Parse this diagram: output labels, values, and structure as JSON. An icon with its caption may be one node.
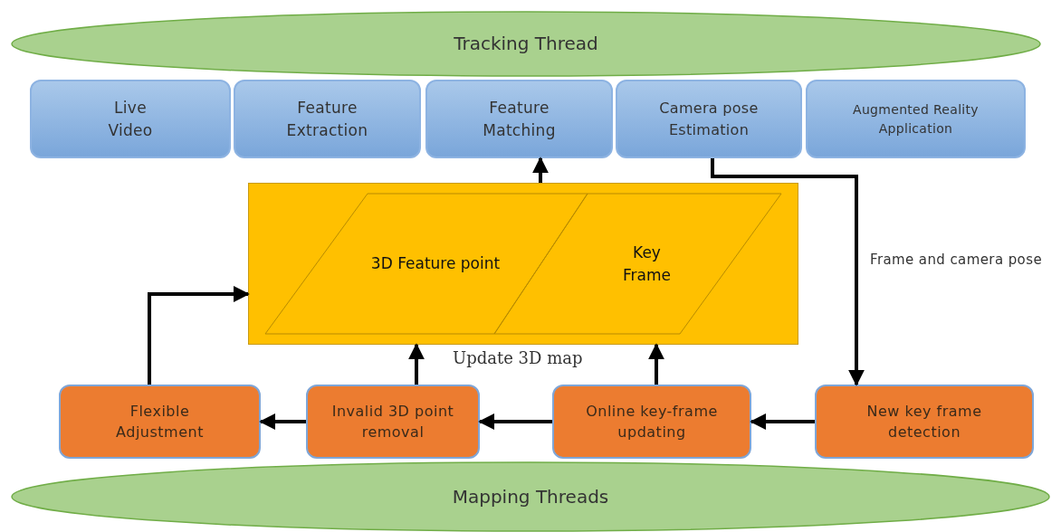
{
  "diagram": {
    "nodes": [
      {
        "text": [
          "Tracking Thread"
        ]
      },
      {
        "text": [
          "Live Video"
        ]
      },
      {
        "text": [
          "Feature Extraction"
        ]
      },
      {
        "text": [
          "Feature Matching"
        ]
      },
      {
        "text": [
          "Camera pose Estimation"
        ]
      },
      {
        "text": [
          "Augmented Reality Application"
        ]
      },
      {
        "text": [],
        "shape": "box"
      },
      {
        "text": [
          "3D Feature point"
        ],
        "in": 6
      },
      {
        "text": [
          "Key Frame"
        ],
        "in": 6
      },
      {
        "text": [
          "Flexible Adjustment"
        ]
      },
      {
        "text": [
          "Invalid 3D point removal"
        ]
      },
      {
        "text": [
          "Online key-frame updating"
        ]
      },
      {
        "text": [
          "New key frame detection"
        ]
      },
      {
        "text": [
          "Mapping Threads"
        ]
      }
    ],
    "edges": [
      {
        "from": 6,
        "to": 3,
        "arrow": "to"
      },
      {
        "from": 4,
        "to": 12,
        "arrow": "to",
        "label": "Frame and camera pose"
      },
      {
        "from": 12,
        "to": 11,
        "arrow": "to"
      },
      {
        "from": 11,
        "to": 10,
        "arrow": "to"
      },
      {
        "from": 10,
        "to": 9,
        "arrow": "to"
      },
      {
        "from": 9,
        "to": 6,
        "arrow": "to"
      },
      {
        "from": 10,
        "to": 6,
        "arrow": "to"
      },
      {
        "from": 11,
        "to": 6,
        "arrow": "to"
      }
    ],
    "labels": [
      "Update 3D map"
    ]
  }
}
